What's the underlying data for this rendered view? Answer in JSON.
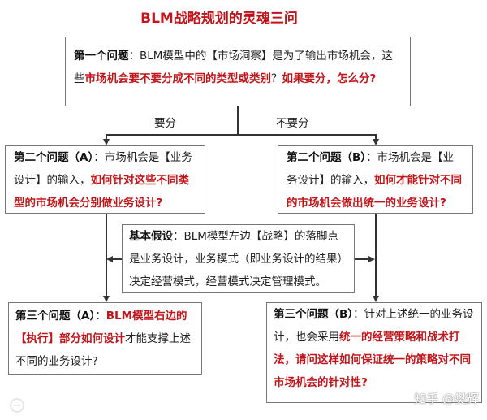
{
  "title": "BLM战略规划的灵魂三问",
  "q1": {
    "s0": "第一个问题",
    "s1": "：BLM模型中的【市场洞察】是为了输出市场机会，这些",
    "s2": "市场机会要不要分成不同的类型或类别",
    "s3": "？",
    "s4": "如果要分，怎么分?"
  },
  "branch": {
    "yes": "要分",
    "no": "不要分"
  },
  "q2a": {
    "s0": "第二个问题（A）",
    "s1": "：市场机会是【业务设计】的输入，",
    "s2": "如何针对这些不同类型的市场机会分别做业务设计?"
  },
  "q2b": {
    "s0": "第二个问题（B）",
    "s1": "：市场机会是【业务设计】的输入，",
    "s2": "如何才能针对不同的市场机会做出统一的业务设计?"
  },
  "assumption": {
    "s0": "基本假设",
    "s1": "：BLM模型左边【战略】的落脚点是业务设计，业务模式（即业务设计的结果）决定经营模式，经营模式决定管理模式。"
  },
  "q3a": {
    "s0": "第三个问题（A）",
    "s1": "：",
    "s2": "BLM模型右边的【执行】部分如何设计",
    "s3": "才能支撑上述不同的业务设计?"
  },
  "q3b": {
    "s0": "第三个问题（B）",
    "s1": "：针对上述统一的业务设计，也会采用",
    "s2": "统一的经营策略和战术打法，请问这样如何保证统一的策略对不同市场机会的针对性?"
  },
  "watermark": "知乎 @樊辉",
  "colors": {
    "accent": "#c0161b",
    "border": "#777777"
  }
}
